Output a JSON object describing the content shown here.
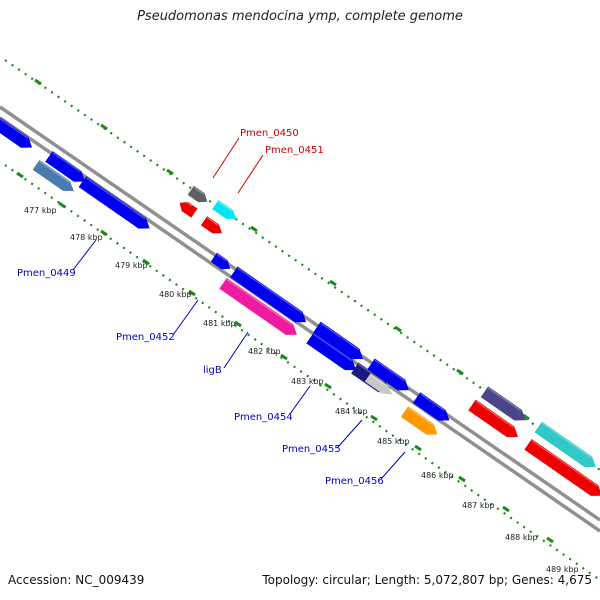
{
  "title": "Pseudomonas mendocina ymp, complete genome",
  "footer": {
    "accession": "Accession: NC_009439",
    "info": "Topology: circular; Length: 5,072,807 bp; Genes: 4,675"
  },
  "colors": {
    "backbone": "#909090",
    "tick_dots": "#1a8a1a",
    "label_red": "#cc0000",
    "label_blue": "#0000bb",
    "blue": "#0000ee",
    "steelblue": "#4a7ab0",
    "gray": "#606060",
    "red": "#ee0000",
    "cyan": "#00e8ee",
    "magenta": "#ee1aa0",
    "navy": "#1a1a80",
    "silver": "#c8c8c8",
    "orange": "#ff9900",
    "slate": "#4a4488",
    "teal": "#30c8c8"
  },
  "kbp_labels": [
    "477 kbp",
    "478 kbp",
    "479 kbp",
    "480 kbp",
    "481 kbp",
    "482 kbp",
    "483 kbp",
    "484 kbp",
    "485 kbp",
    "486 kbp",
    "487 kbp",
    "488 kbp",
    "489 kbp"
  ],
  "gene_labels": [
    {
      "text": "Pmen_0450",
      "color": "red"
    },
    {
      "text": "Pmen_0451",
      "color": "red"
    },
    {
      "text": "Pmen_0449",
      "color": "blue"
    },
    {
      "text": "Pmen_0452",
      "color": "blue"
    },
    {
      "text": "ligB",
      "color": "blue"
    },
    {
      "text": "Pmen_0454",
      "color": "blue"
    },
    {
      "text": "Pmen_0455",
      "color": "blue"
    },
    {
      "text": "Pmen_0456",
      "color": "blue"
    }
  ]
}
